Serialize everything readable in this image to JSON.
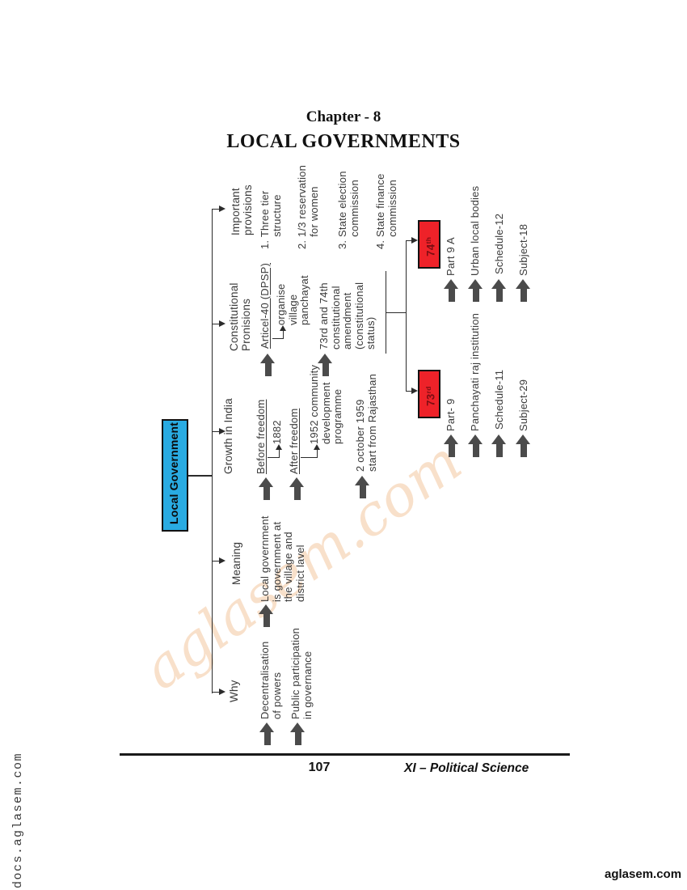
{
  "page": {
    "chapter_label": "Chapter - 8",
    "title": "LOCAL GOVERNMENTS",
    "page_number": "107",
    "footer_course": "XI – Political Science",
    "brand": "aglasem.com",
    "side_watermark": "docs.aglasem.com",
    "center_watermark": "aglasem.com"
  },
  "diagram": {
    "root_label": "Local Government",
    "colors": {
      "root_fill": "#29abe2",
      "box_border": "#121212",
      "amendment_fill": "#ee2229",
      "amendment_text": "#7c0d12",
      "arrow": "#4b4b4b",
      "line": "#2b2b2b",
      "text": "#3a3a3a",
      "watermark": "#f3c296"
    },
    "branches": {
      "why": {
        "label": "Why",
        "items": {
          "decentralisation": "Decentralisation\nof powers",
          "participation": "Public participation\nin governance"
        }
      },
      "meaning": {
        "label": "Meaning",
        "items": {
          "definition": "Local government\nis government at\nthe village and\ndistrict lavel"
        }
      },
      "growth": {
        "label": "Growth in India",
        "items": {
          "before_freedom": "Before freedom",
          "before_freedom_note": "1882",
          "after_freedom": "After freedom",
          "after_freedom_note": "1952 community\ndevelopment\nprogramme",
          "october_1959": "2 october 1959\nstart from Rajasthan"
        }
      },
      "constitutional": {
        "label": "Constitutional\nPronisions",
        "items": {
          "article40": "Articel-40 (DPSP)",
          "article40_note": "organise\nvillage\npanchayat",
          "amendment": "73rd and 74th\nconstitutional\namendment\n(constitutional\nstatus)"
        }
      },
      "important": {
        "label": "Important\nprovisions",
        "items": {
          "i1": "1. Three tier\n    structure",
          "i2": "2. 1/3 reservation\n    for women",
          "i3": "3. State election\n    commission",
          "i4": "4. State finance\n    commission"
        }
      }
    },
    "amendments": {
      "a73": {
        "num": "73",
        "suffix": "rd",
        "items": {
          "part": "Part- 9",
          "body": "Panchayati raj institution",
          "schedule": "Schedule-11",
          "subject": "Subject-29"
        }
      },
      "a74": {
        "num": "74",
        "suffix": "th",
        "items": {
          "part": "Part 9 A",
          "body": "Urban local bodies",
          "schedule": "Schedule-12",
          "subject": "Subject-18"
        }
      }
    }
  }
}
